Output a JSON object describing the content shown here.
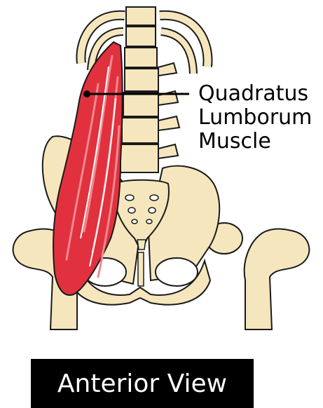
{
  "diagram": {
    "callout": {
      "lines": [
        "Quadratus",
        "Lumborum",
        "Muscle"
      ]
    },
    "view_label": "Anterior View"
  },
  "colors": {
    "bone": "#f6e6bd",
    "bone_shadow": "#d9c08a",
    "muscle": "#e1313e",
    "muscle_light": "#ef8a90",
    "outline": "#1a1a1a",
    "banner": "#000000"
  }
}
